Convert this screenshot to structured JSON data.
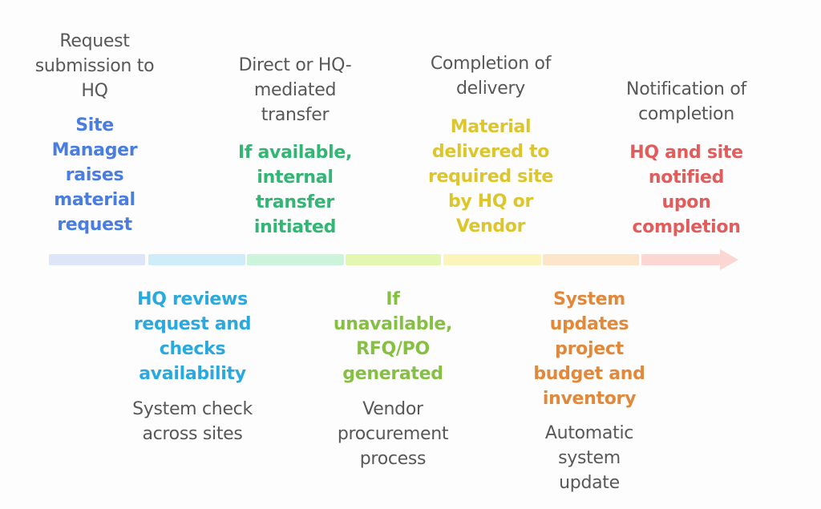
{
  "colors": {
    "background": "#fdfdfd",
    "heading_gray": "#57585a",
    "blue": "#4a7de0",
    "green": "#31b674",
    "yellow": "#dcc62b",
    "red": "#e25c5c",
    "cyan": "#29a9e0",
    "light_green": "#85c043",
    "orange": "#e2883a"
  },
  "timeline": {
    "top_stages": [
      {
        "title": "Request\nsubmission to\nHQ",
        "note": "Site\nManager\nraises\nmaterial\nrequest",
        "note_color": "#4a7de0"
      },
      {
        "title": "Direct or HQ-\nmediated\ntransfer",
        "note": "If available,\ninternal\ntransfer\ninitiated",
        "note_color": "#31b674"
      },
      {
        "title": "Completion of\ndelivery",
        "note": "Material\ndelivered to\nrequired site\nby HQ or\nVendor",
        "note_color": "#dcc62b"
      },
      {
        "title": "Notification of\ncompletion",
        "note": "HQ and site\nnotified\nupon\ncompletion",
        "note_color": "#e25c5c"
      }
    ],
    "bottom_stages": [
      {
        "note": "HQ reviews\nrequest and\nchecks\navailability",
        "title": "System check\nacross sites",
        "note_color": "#29a9e0"
      },
      {
        "note": "If\nunavailable,\nRFQ/PO\ngenerated",
        "title": "Vendor\nprocurement\nprocess",
        "note_color": "#85c043"
      },
      {
        "note": "System\nupdates\nproject\nbudget and\ninventory",
        "title": "Automatic\nsystem\nupdate",
        "note_color": "#e2883a"
      }
    ],
    "arrow": {
      "direction": "left-to-right",
      "segment_colors": [
        "#dde6f8",
        "#cfecfa",
        "#ccf4dd",
        "#e4f7b1",
        "#fbf5bd",
        "#fce5c8",
        "#fbd6d3"
      ],
      "head_color": "#fbd6d3"
    }
  }
}
